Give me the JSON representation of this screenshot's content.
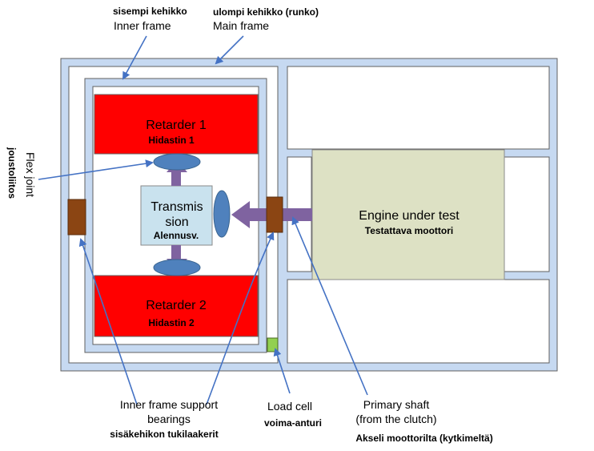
{
  "labels": {
    "inner_frame_fi": "sisempi kehikko",
    "inner_frame_en": "Inner frame",
    "main_frame_fi": "ulompi kehikko  (runko)",
    "main_frame_en": "Main frame",
    "flex_joint_en": "Flex joint",
    "flex_joint_fi": "joustoliitos",
    "retarder1_en": "Retarder 1",
    "retarder1_fi": "Hidastin 1",
    "retarder2_en": "Retarder 2",
    "retarder2_fi": "Hidastin 2",
    "transmission_line1": "Transmis",
    "transmission_line2": "sion",
    "transmission_fi": "Alennusv.",
    "engine_en": "Engine under test",
    "engine_fi": "Testattava moottori",
    "bearings_line1": "Inner frame support",
    "bearings_line2": "bearings",
    "bearings_fi": "sisäkehikon tukilaakerit",
    "loadcell_en": "Load cell",
    "loadcell_fi": "voima-anturi",
    "shaft_line1": "Primary shaft",
    "shaft_line2": "(from the clutch)",
    "shaft_fi": "Akseli moottorilta (kytkimeltä)"
  },
  "colors": {
    "frame_fill": "#c6d9f1",
    "frame_stroke": "#606060",
    "retarder": "#ff0000",
    "transmission": "#c9e2ee",
    "engine": "#dde1c4",
    "ellipse": "#4f81bd",
    "shaft": "#7f63a0",
    "flex_joint": "#8b4513",
    "load_cell": "#92d050",
    "leader": "#4472c4"
  }
}
